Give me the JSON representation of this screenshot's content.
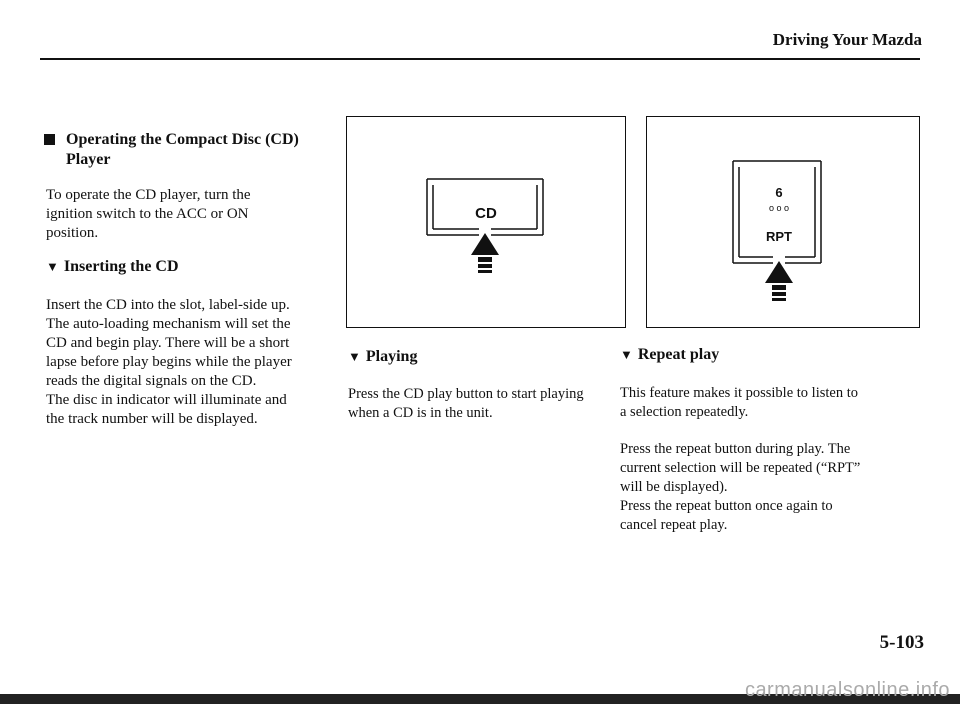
{
  "header": {
    "title": "Driving Your Mazda"
  },
  "section": {
    "title": "Operating the Compact Disc (CD) Player",
    "intro": [
      "To operate the CD player, turn the",
      "ignition switch to the ACC or ON",
      "position."
    ]
  },
  "inserting": {
    "title": "Inserting the CD",
    "body": [
      "Insert the CD into the slot, label-side up.",
      "The auto-loading mechanism will set the",
      "CD and begin play.  There will be a short",
      "lapse before play begins while the player",
      "reads the digital signals on the CD.",
      "The disc in indicator will illuminate and",
      "the track number will be displayed."
    ]
  },
  "figure_cd": {
    "button_label": "CD"
  },
  "playing": {
    "title": "Playing",
    "body": [
      "Press the CD play button to start playing",
      "when a CD is in the unit."
    ]
  },
  "figure_rpt": {
    "number": "6",
    "dots": "o o o",
    "button_label": "RPT"
  },
  "repeat": {
    "title": "Repeat play",
    "body1": [
      "This feature makes it possible to listen to",
      "a selection repeatedly."
    ],
    "body2": [
      "Press the repeat button during play. The",
      "current selection will be repeated (“RPT”",
      "will be displayed).",
      "Press the repeat button once again to",
      "cancel repeat play."
    ]
  },
  "footer": {
    "page_number": "5-103",
    "watermark": "carmanualsonline.info"
  }
}
